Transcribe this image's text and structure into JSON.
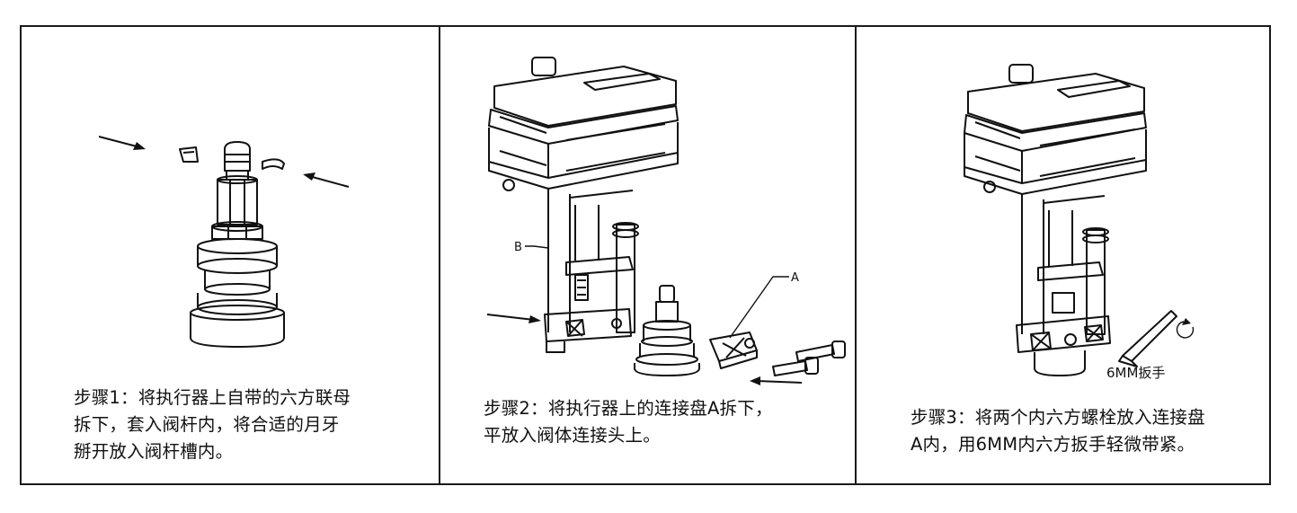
{
  "steps": [
    {
      "caption_lines": [
        "步骤1：将执行器上自带的六方联母",
        "拆下，套入阀杆内，将合适的月牙",
        "掰开放入阀杆槽内。"
      ]
    },
    {
      "caption_lines": [
        "步骤2：将执行器上的连接盘A拆下，",
        "平放入阀体连接头上。"
      ],
      "callouts": {
        "a": "A",
        "b": "B"
      }
    },
    {
      "caption_lines": [
        "步骤3：将两个内六方螺栓放入连接盘",
        "A内，用6MM内六方扳手轻微带紧。"
      ],
      "tool_label": "6MM扳手"
    }
  ]
}
